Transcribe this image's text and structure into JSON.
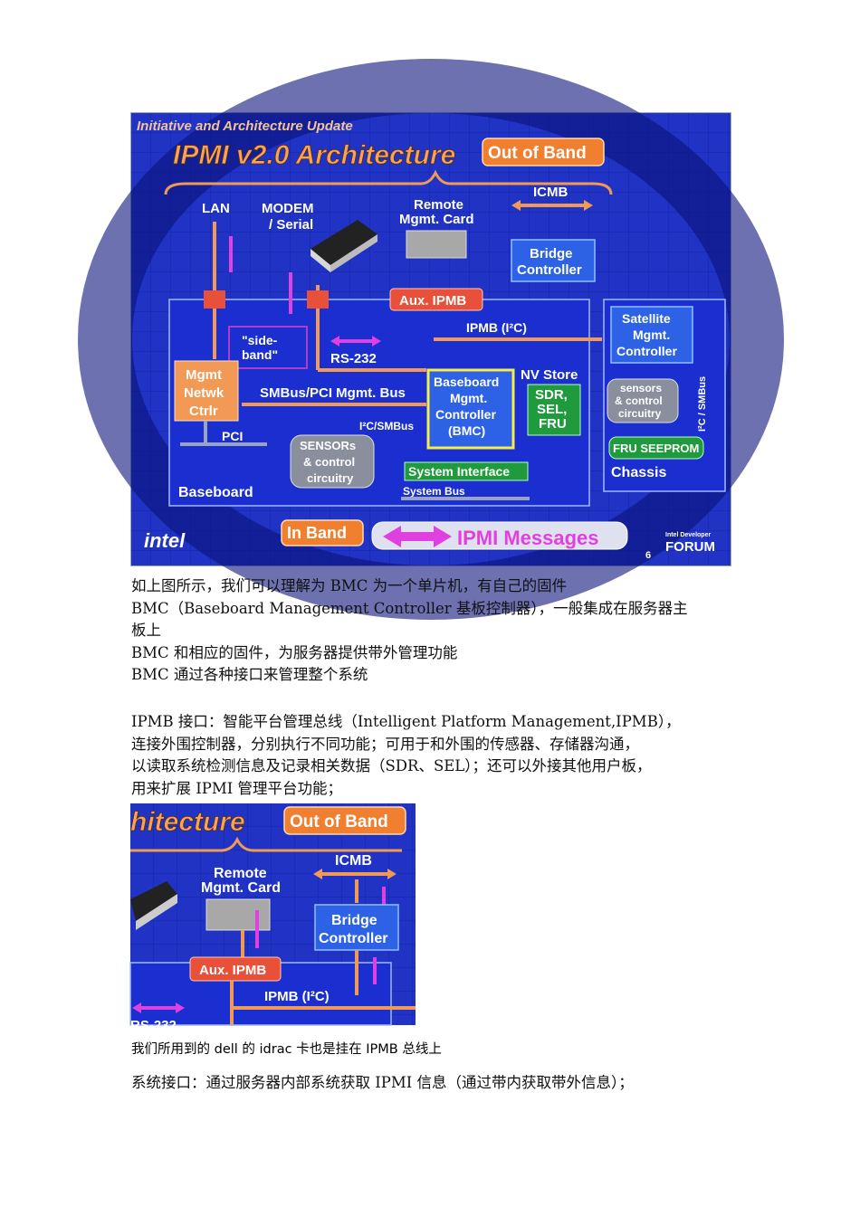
{
  "slide": {
    "header": "Initiative and Architecture Update",
    "title": "IPMI v2.0 Architecture",
    "out_of_band": "Out of  Band",
    "in_band": "In Band",
    "ipmi_messages": "IPMI Messages",
    "icmb": "ICMB",
    "lan": "LAN",
    "modem": "MODEM",
    "serial": "/ Serial",
    "remote_1": "Remote",
    "remote_2": "Mgmt. Card",
    "bridge_1": "Bridge",
    "bridge_2": "Controller",
    "aux_ipmb": "Aux. IPMB",
    "ipmb_i2c": "IPMB (I²C)",
    "sideband_1": "\"side-",
    "sideband_2": "band\"",
    "rs232": "RS-232",
    "mgmt_1": "Mgmt",
    "mgmt_2": "Netwk",
    "mgmt_3": "Ctrlr",
    "smbus_pci": "SMBus/PCI Mgmt. Bus",
    "pci": "PCI",
    "bmc_1": "Baseboard",
    "bmc_2": "Mgmt.",
    "bmc_3": "Controller",
    "bmc_4": "(BMC)",
    "nv_store": "NV Store",
    "sdr": "SDR,",
    "sel": "SEL,",
    "fru": "FRU",
    "i2c_smbus": "I²C/SMBus",
    "sensors_1": "SENSORs",
    "sensors_2": "& control",
    "sensors_3": "circuitry",
    "system_interface": "System Interface",
    "system_bus": "System Bus",
    "baseboard": "Baseboard",
    "satellite_1": "Satellite",
    "satellite_2": "Mgmt.",
    "satellite_3": "Controller",
    "chassis_sensors_1": "sensors",
    "chassis_sensors_2": "& control",
    "chassis_sensors_3": "circuitry",
    "i2c_smbus_vertical": "I²C / SMBus",
    "fru_seeprom": "FRU SEEPROM",
    "chassis": "Chassis",
    "intel": "intel",
    "page_num": "6",
    "idf_1": "Intel Developer",
    "idf_2": "FORUM"
  },
  "paragraph1": {
    "line1": "如上图所示，我们可以理解为 BMC 为一个单片机，有自己的固件",
    "line2": "BMC（Baseboard Management Controller 基板控制器），一般集成在服务器主",
    "line3": "板上",
    "line4": "BMC 和相应的固件，为服务器提供带外管理功能",
    "line5": "BMC 通过各种接口来管理整个系统"
  },
  "paragraph2": {
    "line1": "IPMB 接口：智能平台管理总线（Intelligent Platform Management,IPMB），",
    "line2": "连接外围控制器，分别执行不同功能；可用于和外围的传感器、存储器沟通，",
    "line3": "以读取系统检测信息及记录相关数据（SDR、SEL）；还可以外接其他用户板，",
    "line4": "用来扩展 IPMI 管理平台功能；"
  },
  "crop": {
    "title_frag": "hitecture",
    "out_of_band": "Out of  Band",
    "icmb": "ICMB",
    "remote_1": "Remote",
    "remote_2": "Mgmt. Card",
    "bridge_1": "Bridge",
    "bridge_2": "Controller",
    "aux_ipmb": "Aux. IPMB",
    "ipmb_i2c": "IPMB (I²C)",
    "rs232_frag": "RS-232"
  },
  "caption": "我们所用到的 dell 的 idrac 卡也是挂在 IPMB 总线上",
  "system_interface_line": "系统接口：通过服务器内部系统获取 IPMI 信息（通过带内获取带外信息）；"
}
